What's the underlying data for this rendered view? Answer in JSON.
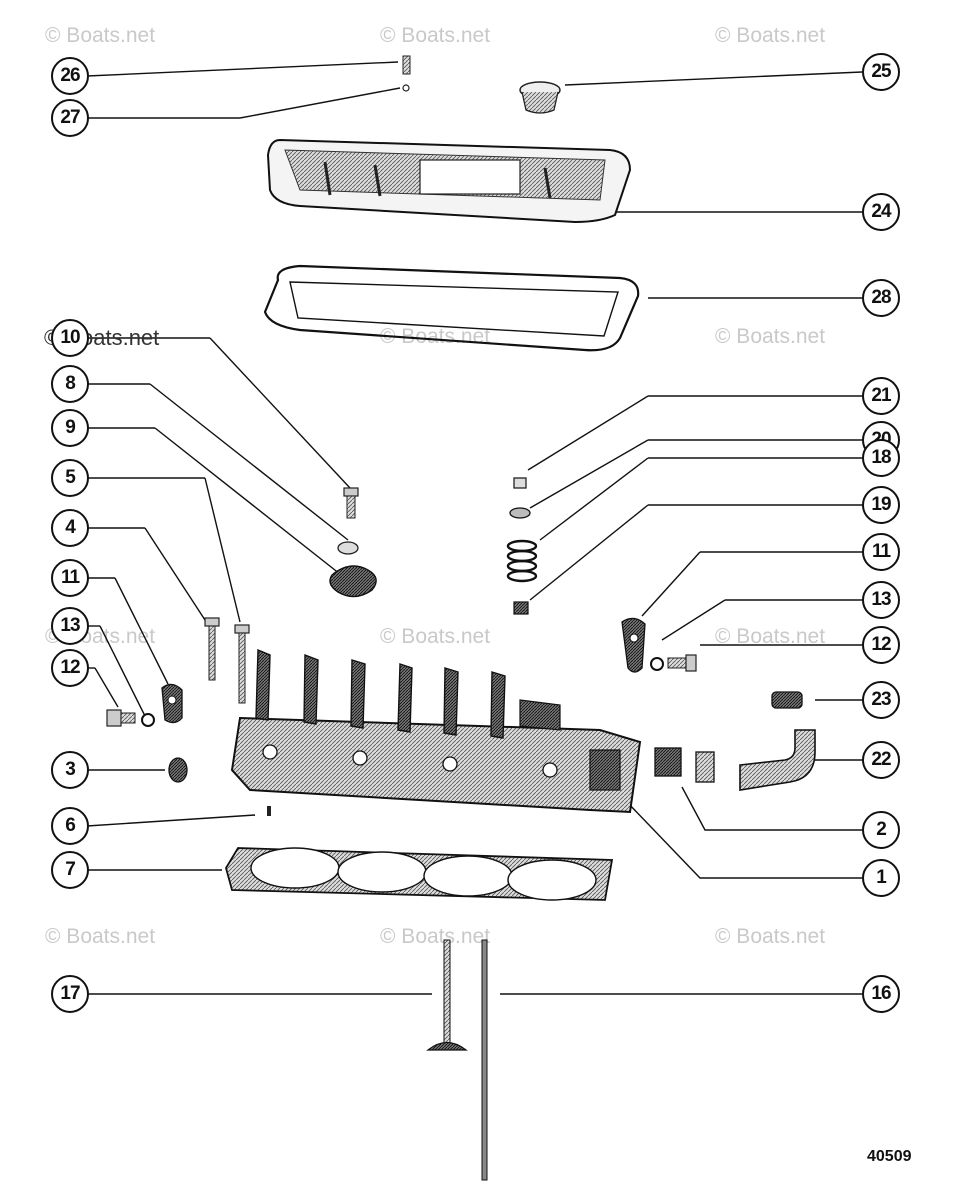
{
  "watermarks": [
    "© Boats.net",
    "© Boats.net",
    "© Boats.net",
    "© Boats.net",
    "© Boats.net",
    "© Boats.net",
    "© Boats.net",
    "© Boats.net",
    "© Boats.net",
    "© Boats.net",
    "© Boats.net",
    "© Boats.net"
  ],
  "callouts": {
    "c26": "26",
    "c27": "27",
    "c25": "25",
    "c24": "24",
    "c28": "28",
    "c10": "10",
    "c8": "8",
    "c9": "9",
    "c5": "5",
    "c4": "4",
    "c11L": "11",
    "c13L": "13",
    "c12L": "12",
    "c3": "3",
    "c6": "6",
    "c7": "7",
    "c21": "21",
    "c20": "20",
    "c18": "18",
    "c19": "19",
    "c11R": "11",
    "c13R": "13",
    "c12R": "12",
    "c23": "23",
    "c22": "22",
    "c2": "2",
    "c1": "1",
    "c17": "17",
    "c16": "16"
  },
  "figure_number": "40509"
}
